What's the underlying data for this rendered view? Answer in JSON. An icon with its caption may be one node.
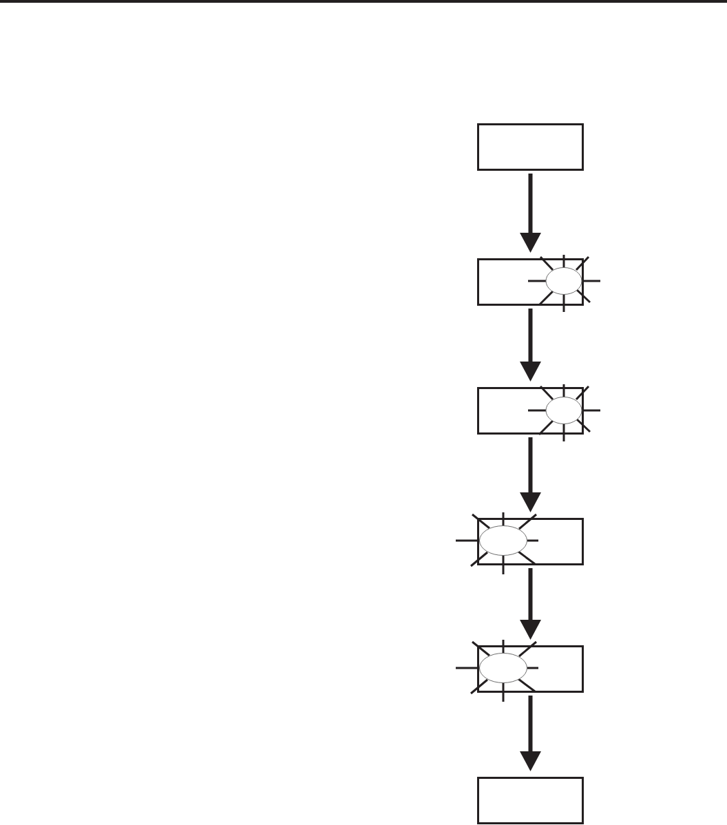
{
  "diagram": {
    "nodes": [
      {
        "text": [],
        "shape": "box"
      },
      {
        "text": [],
        "shape": "box"
      },
      {
        "text": [],
        "shape": "box"
      },
      {
        "text": [],
        "shape": "box"
      },
      {
        "text": [],
        "shape": "box"
      },
      {
        "text": [],
        "shape": "box"
      }
    ],
    "edges": [
      {
        "from": 0,
        "to": 1,
        "arrow": "to"
      },
      {
        "from": 1,
        "to": 2,
        "arrow": "to"
      },
      {
        "from": 2,
        "to": 3,
        "arrow": "to"
      },
      {
        "from": 3,
        "to": 4,
        "arrow": "to"
      },
      {
        "from": 4,
        "to": 5,
        "arrow": "to"
      }
    ]
  }
}
